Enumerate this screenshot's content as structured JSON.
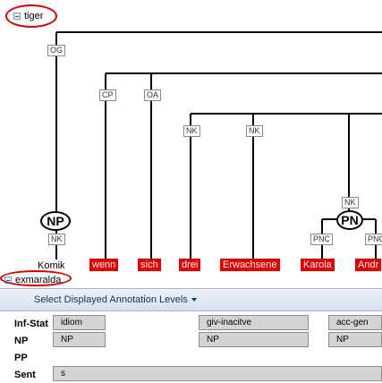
{
  "panels": {
    "tiger_label": "tiger",
    "exmaralda_label": "exmaralda"
  },
  "tree": {
    "edges": {
      "og": "OG",
      "cp": "CP",
      "oa": "OA",
      "nk1": "NK",
      "nk2": "NK",
      "nk3": "NK",
      "nk4": "NK",
      "pnc1": "PNC",
      "pnc2": "PNC"
    },
    "nodes": {
      "np": "NP",
      "pn": "PN"
    },
    "tokens": [
      "Komik",
      "wenn",
      "sich",
      "drei",
      "Erwachsene",
      "Karola",
      "Andr"
    ]
  },
  "toolbar": {
    "select_levels_label": "Select Displayed Annotation Levels"
  },
  "grid": {
    "rows": [
      {
        "label": "Inf-Stat",
        "cells": [
          "idiom",
          "giv-inacitve",
          "acc-gen"
        ]
      },
      {
        "label": "NP",
        "cells": [
          "NP",
          "NP",
          "NP"
        ]
      },
      {
        "label": "PP",
        "cells": []
      },
      {
        "label": "Sent",
        "cells": [
          "s"
        ]
      }
    ]
  },
  "colors": {
    "highlight": "#e00000",
    "token_highlight": "#e60000",
    "cell_bg": "#d4d4d4",
    "toolbar_text": "#15325c"
  }
}
